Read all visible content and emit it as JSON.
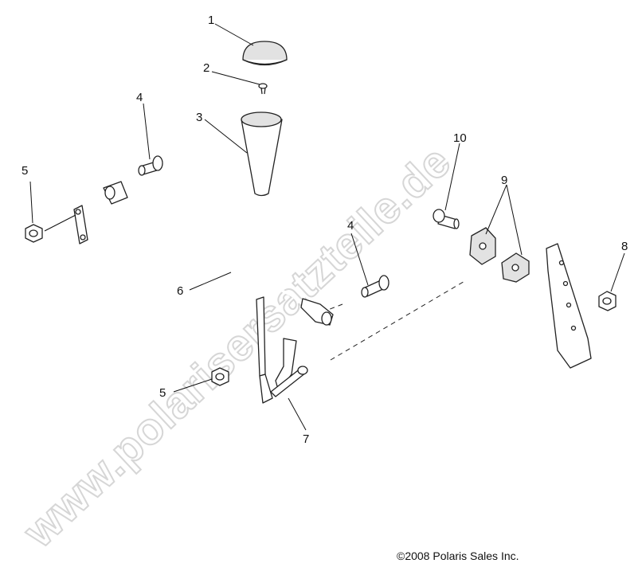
{
  "callouts": [
    "1",
    "2",
    "3",
    "4",
    "5",
    "4",
    "10",
    "9",
    "8",
    "6",
    "5",
    "7"
  ],
  "copyright": "©2008 Polaris Sales Inc.",
  "watermark": "www.polarisersatzteile.de",
  "colors": {
    "line": "#222222",
    "watermark": "#dcdcdc",
    "background": "#ffffff"
  }
}
